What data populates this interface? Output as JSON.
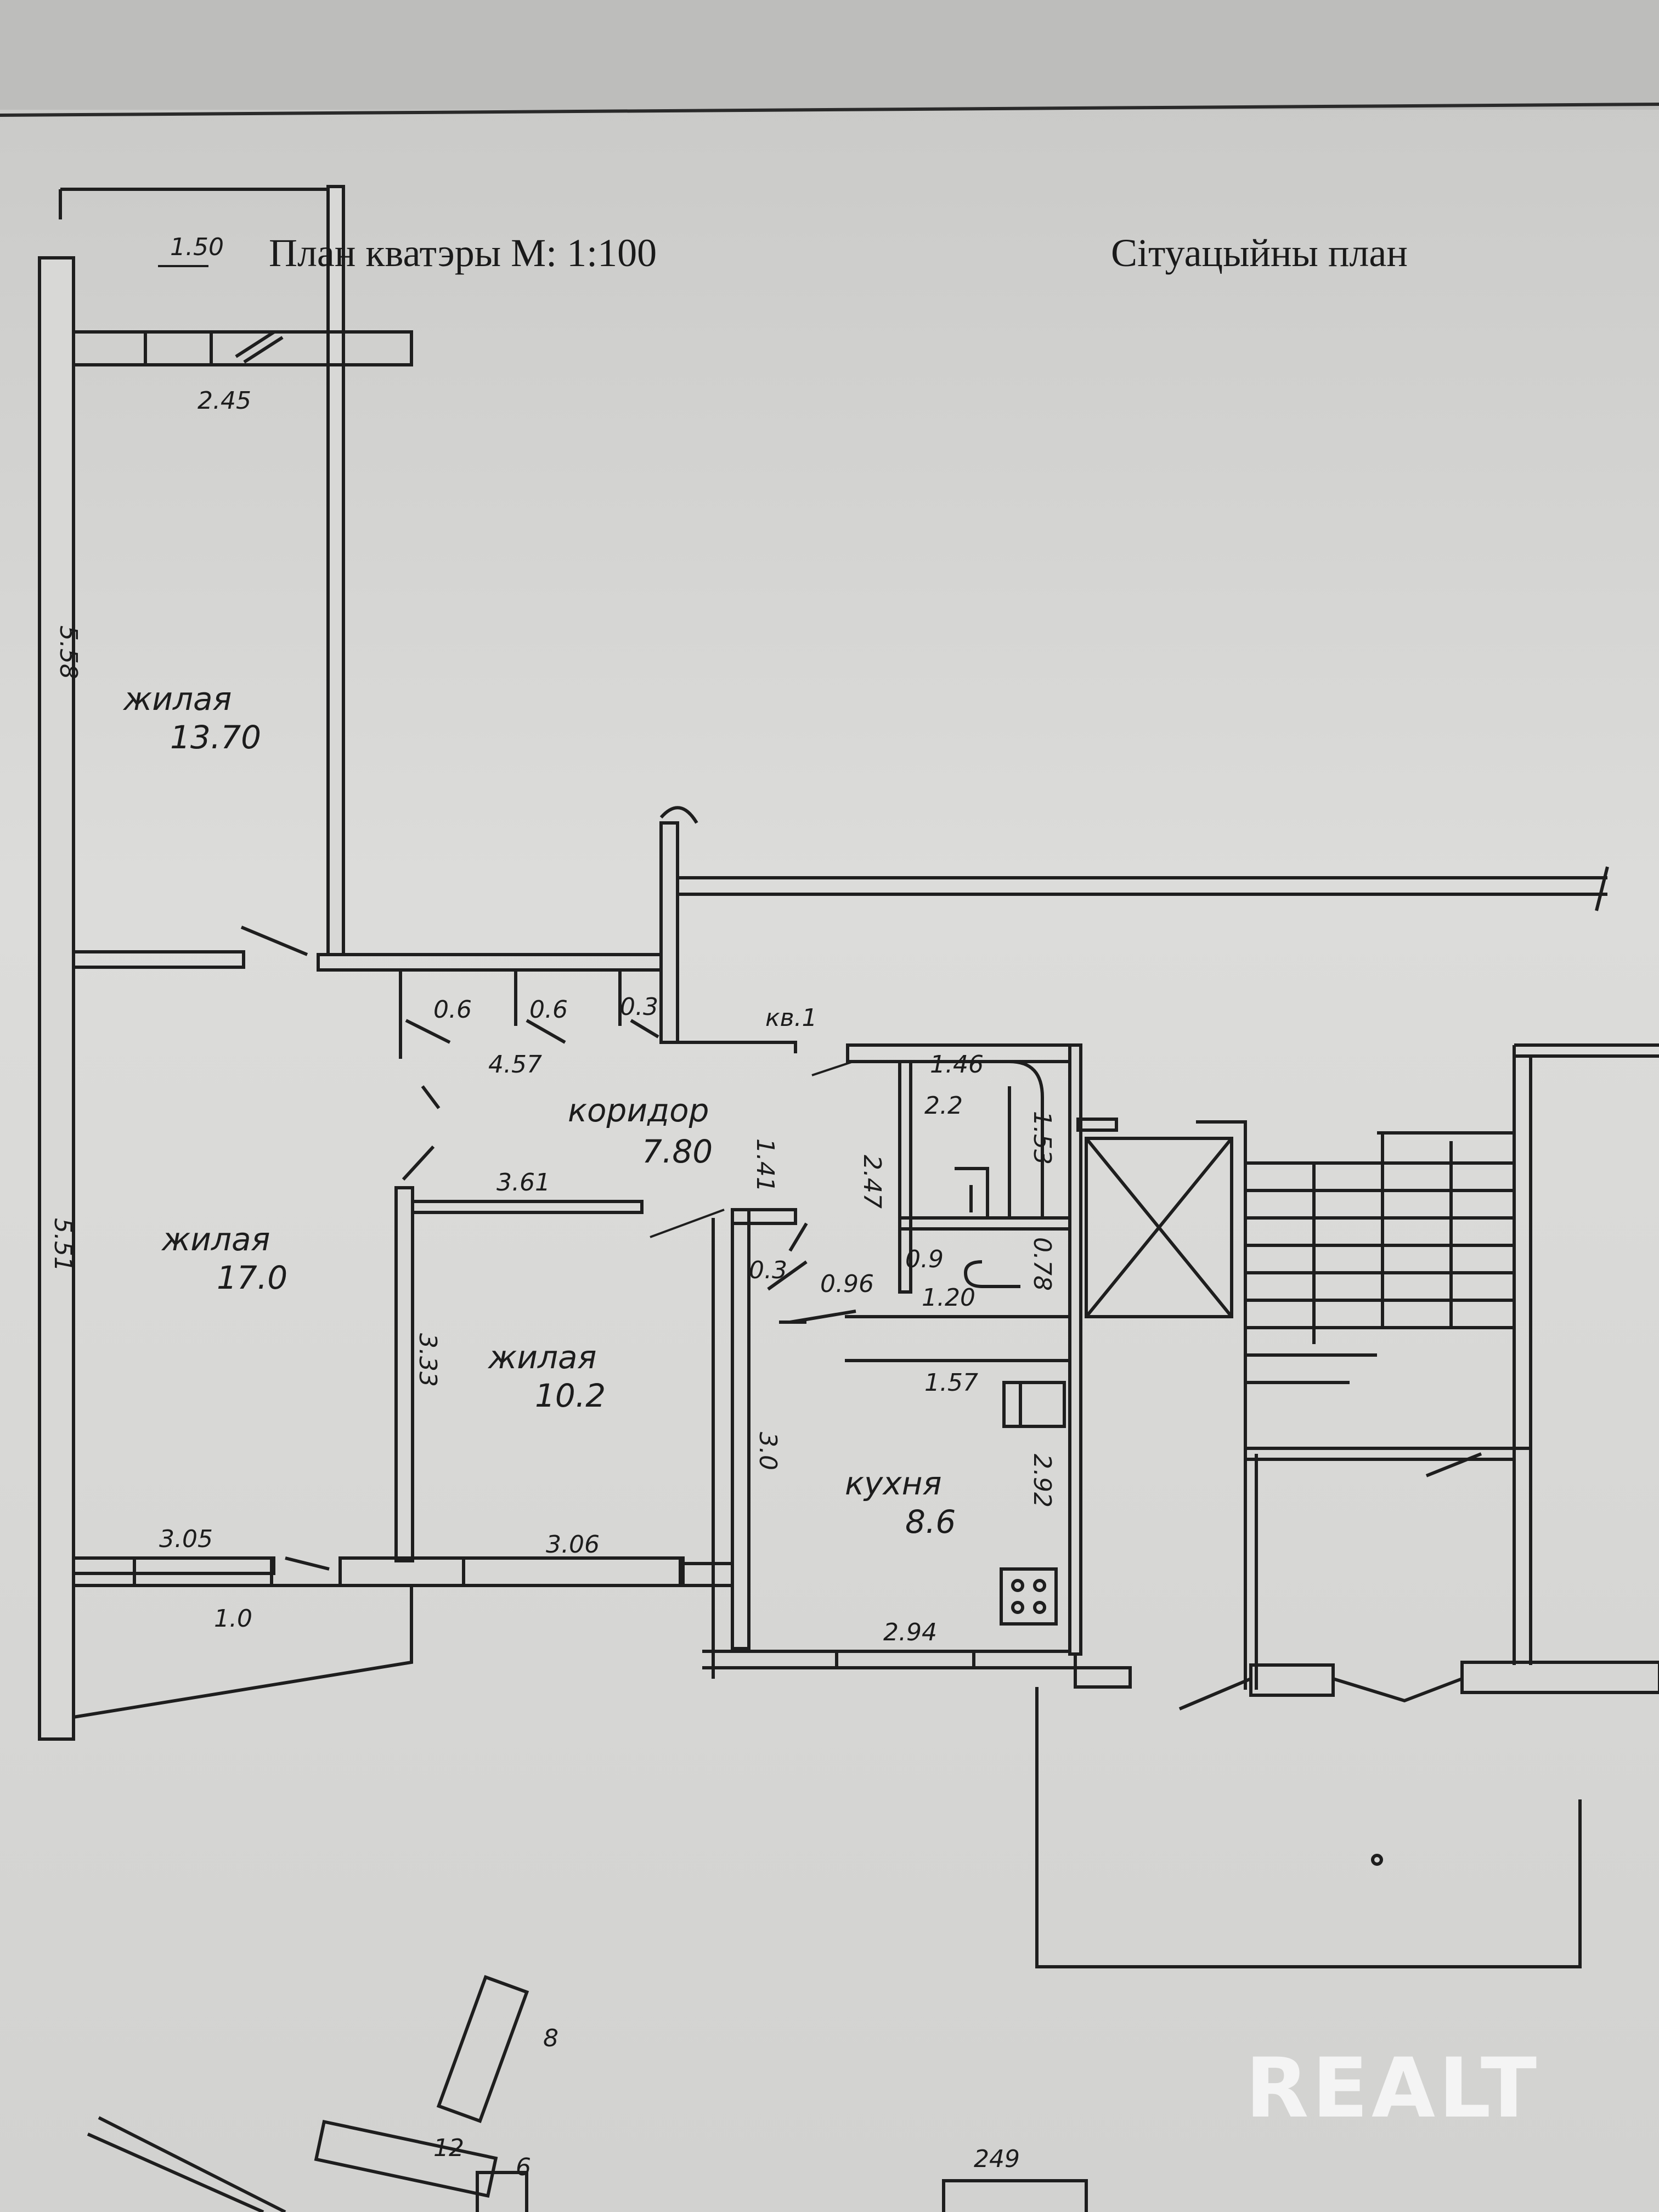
{
  "header": {
    "plan_title": "План кватэры М:  1:100",
    "situation_title": "Сітуацыйны план"
  },
  "rooms": {
    "living_1_label": "жилая",
    "living_1_area": "13.70",
    "living_2_label": "жилая",
    "living_2_area": "17.0",
    "living_3_label": "жилая",
    "living_3_area": "10.2",
    "corridor_label": "коридор",
    "corridor_area": "7.80",
    "kitchen_label": "кухня",
    "kitchen_area": "8.6",
    "bath_area": "2.2",
    "apartment_label": "кв.1"
  },
  "dimensions": {
    "d_150": "1.50",
    "d_245": "2.45",
    "d_558": "5.58",
    "d_551": "5.51",
    "d_06a": "0.6",
    "d_06b": "0.6",
    "d_03a": "0.3",
    "d_457": "4.57",
    "d_361": "3.61",
    "d_333": "3.33",
    "d_305": "3.05",
    "d_306": "3.06",
    "d_10": "1.0",
    "d_146": "1.46",
    "d_153": "1.53",
    "d_141": "1.41",
    "d_247": "2.47",
    "d_03b": "0.3",
    "d_096": "0.96",
    "d_09": "0.9",
    "d_078": "0.78",
    "d_120": "1.20",
    "d_157": "1.57",
    "d_30": "3.0",
    "d_292": "2.92",
    "d_294": "2.94"
  },
  "situation": {
    "b8": "8",
    "b12": "12",
    "b6": "6",
    "b249": "249"
  },
  "watermark": "REALT"
}
